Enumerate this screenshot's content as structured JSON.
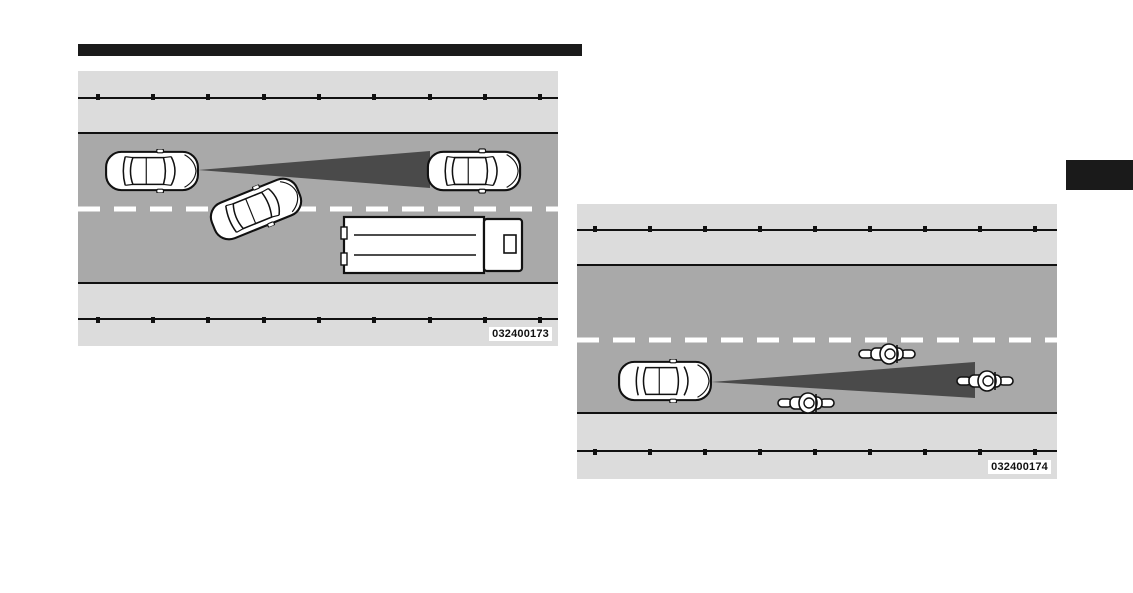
{
  "figures": [
    {
      "id": "figure-1",
      "code": "032400173"
    },
    {
      "id": "figure-2",
      "code": "032400174"
    }
  ],
  "colors": {
    "road": "#a9a9a9",
    "shoulder": "#dcdcdc",
    "detection_zone": "#4a4a4a",
    "header_bar": "#1a1a1a"
  },
  "icons": [
    "car-icon",
    "truck-icon",
    "motorcycle-icon",
    "detection-zone"
  ]
}
